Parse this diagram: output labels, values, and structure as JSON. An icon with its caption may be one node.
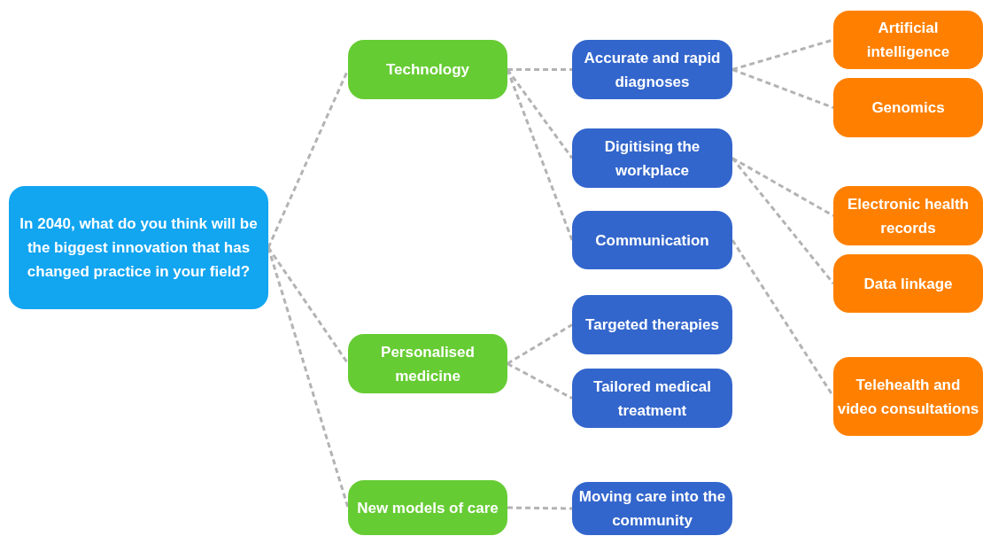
{
  "diagram": {
    "nodes": [
      {
        "text": [
          "In 2040, what do you think will be the biggest innovation that has changed practice in your field?"
        ]
      },
      {
        "text": [
          "Technology"
        ]
      },
      {
        "text": [
          "Accurate and rapid diagnoses"
        ]
      },
      {
        "text": [
          "Artificial intelligence"
        ]
      },
      {
        "text": [
          "Genomics"
        ]
      },
      {
        "text": [
          "Digitising the workplace"
        ]
      },
      {
        "text": [
          "Electronic health records"
        ]
      },
      {
        "text": [
          "Data linkage"
        ]
      },
      {
        "text": [
          "Communication"
        ]
      },
      {
        "text": [
          "Telehealth and video consultations"
        ]
      },
      {
        "text": [
          "Personalised medicine"
        ]
      },
      {
        "text": [
          "Targeted therapies"
        ]
      },
      {
        "text": [
          "Tailored medical treatment"
        ]
      },
      {
        "text": [
          "New models of care"
        ]
      },
      {
        "text": [
          "Moving care into the community"
        ]
      }
    ],
    "edges": [
      {
        "from": 0,
        "to": 1,
        "arrow": "none",
        "style": "dashed"
      },
      {
        "from": 0,
        "to": 10,
        "arrow": "none",
        "style": "dashed"
      },
      {
        "from": 0,
        "to": 13,
        "arrow": "none",
        "style": "dashed"
      },
      {
        "from": 1,
        "to": 2,
        "arrow": "none",
        "style": "dashed"
      },
      {
        "from": 1,
        "to": 5,
        "arrow": "none",
        "style": "dashed"
      },
      {
        "from": 1,
        "to": 8,
        "arrow": "none",
        "style": "dashed"
      },
      {
        "from": 2,
        "to": 3,
        "arrow": "none",
        "style": "dashed"
      },
      {
        "from": 2,
        "to": 4,
        "arrow": "none",
        "style": "dashed"
      },
      {
        "from": 5,
        "to": 6,
        "arrow": "none",
        "style": "dashed"
      },
      {
        "from": 5,
        "to": 7,
        "arrow": "none",
        "style": "dashed"
      },
      {
        "from": 8,
        "to": 9,
        "arrow": "none",
        "style": "dashed"
      },
      {
        "from": 10,
        "to": 11,
        "arrow": "none",
        "style": "dashed"
      },
      {
        "from": 10,
        "to": 12,
        "arrow": "none",
        "style": "dashed"
      },
      {
        "from": 13,
        "to": 14,
        "arrow": "none",
        "style": "dashed"
      }
    ]
  }
}
